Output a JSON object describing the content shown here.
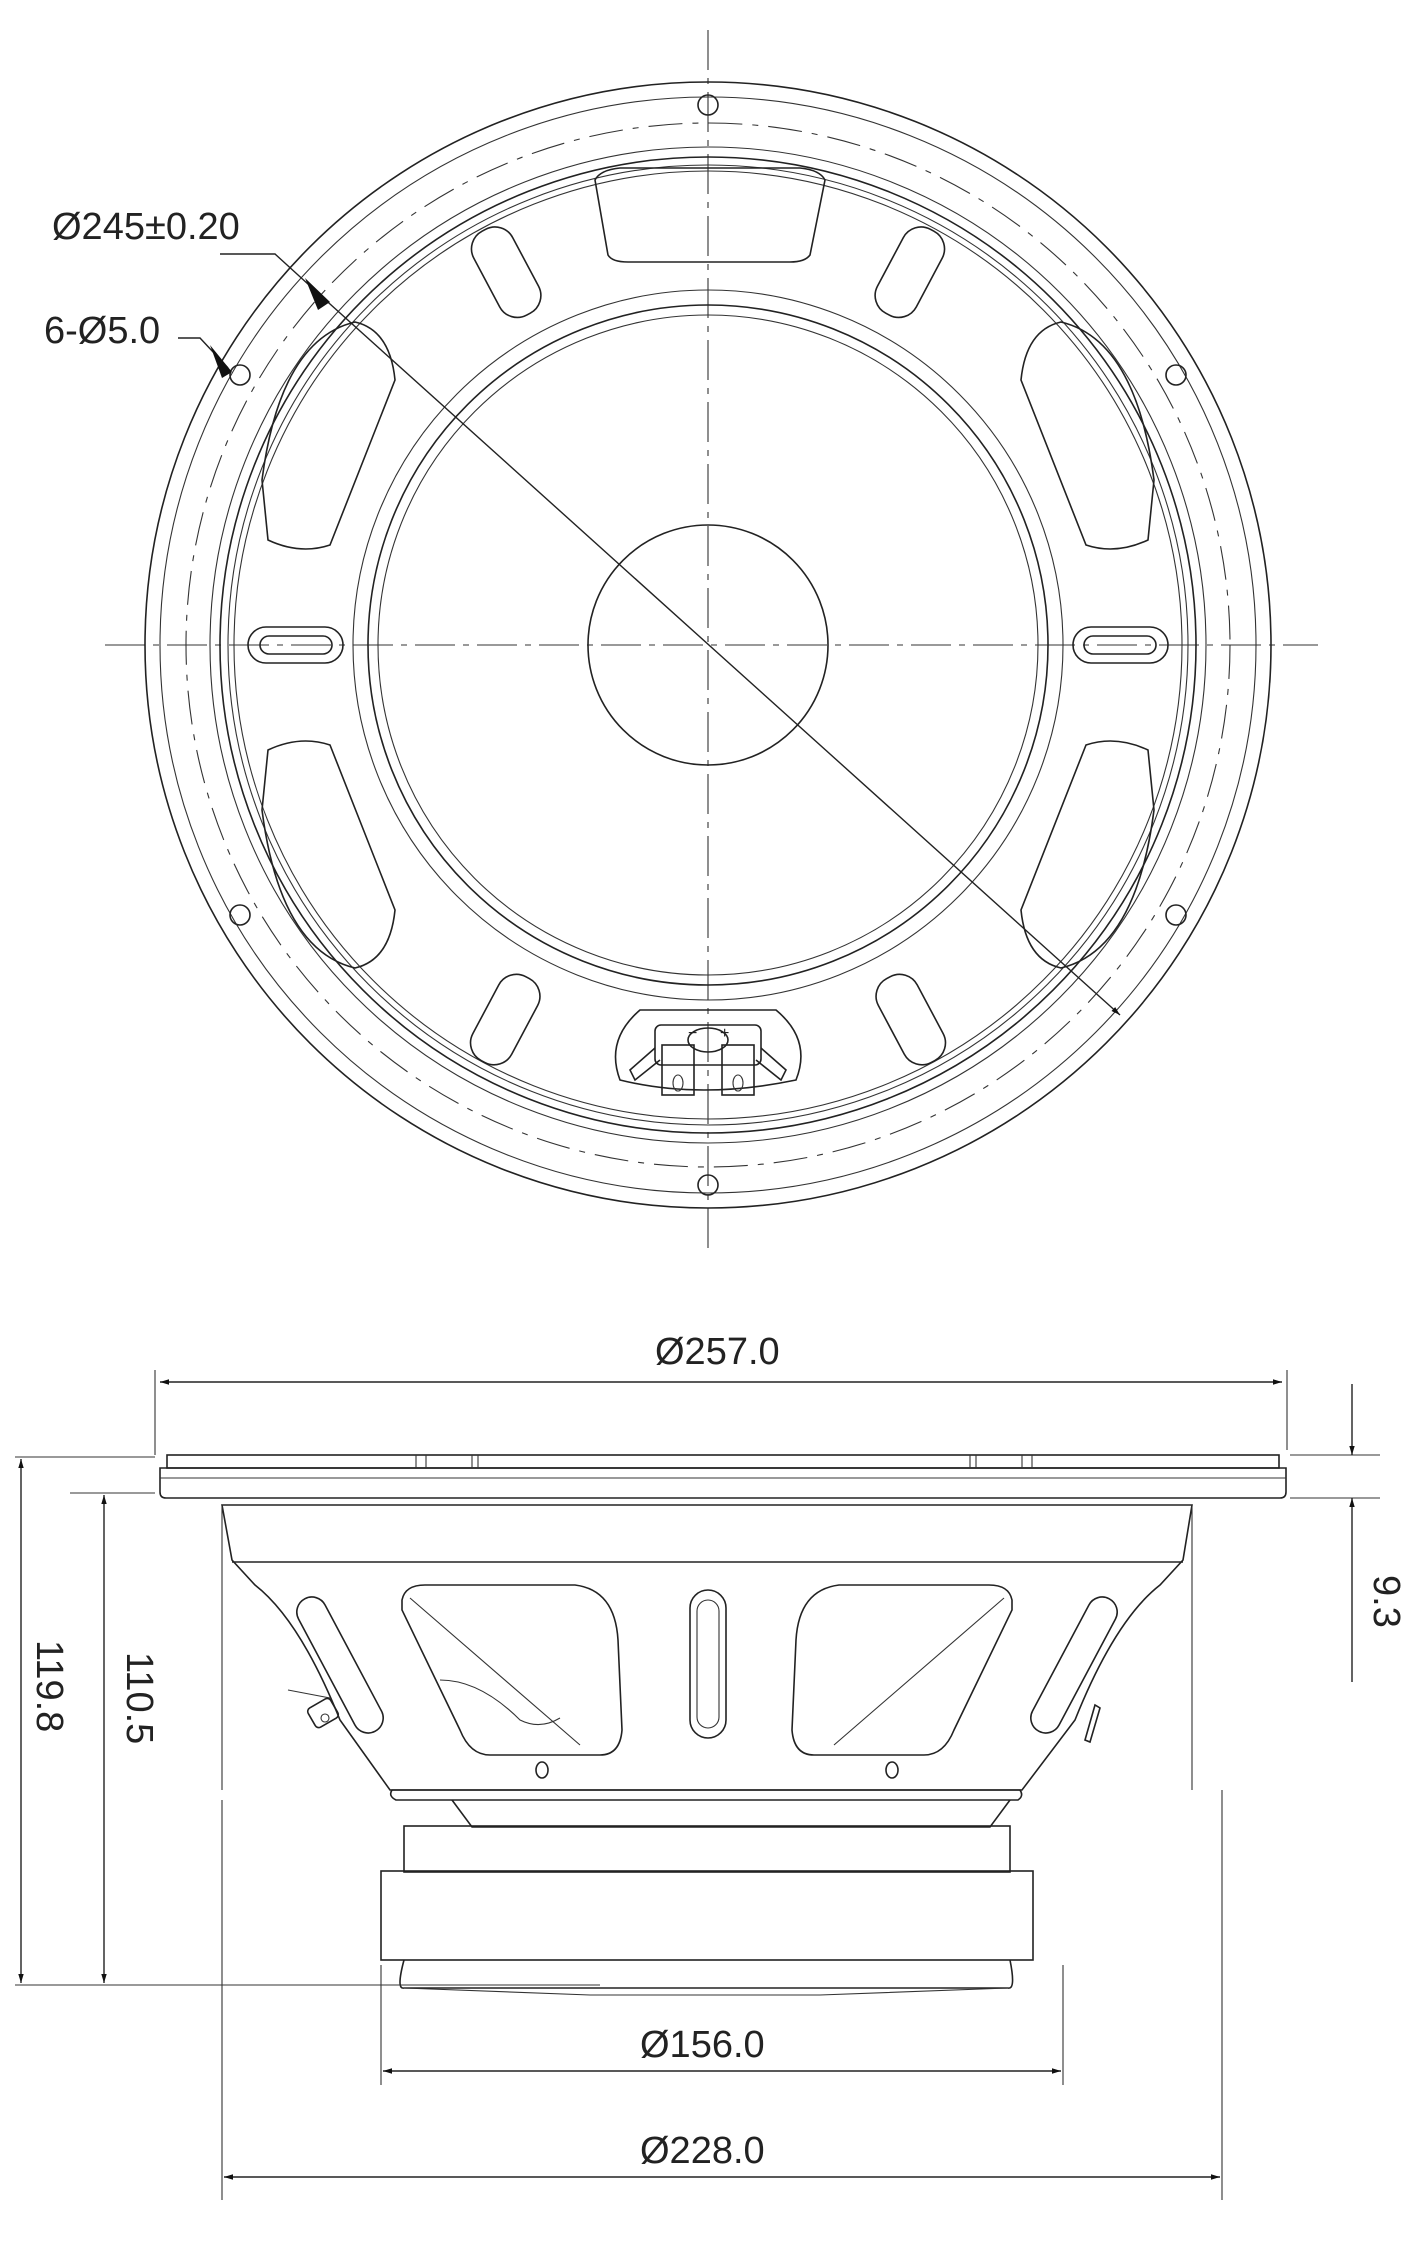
{
  "drawing": {
    "title": "Loudspeaker driver dimension drawing",
    "views": [
      "rear view",
      "side view"
    ],
    "units": "mm",
    "line_color": "#222222",
    "background": "#ffffff"
  },
  "rear_view": {
    "dimensions": {
      "mounting_hole_circle": "Ø245±0.20",
      "mounting_holes": "6-Ø5.0"
    },
    "terminal_marks": {
      "negative": "−",
      "positive": "+"
    }
  },
  "side_view": {
    "dimensions": {
      "outer_diameter": "Ø257.0",
      "flange_thickness": "9.3",
      "overall_depth": "119.8",
      "mounting_depth": "110.5",
      "magnet_diameter": "Ø156.0",
      "basket_diameter": "Ø228.0"
    }
  }
}
